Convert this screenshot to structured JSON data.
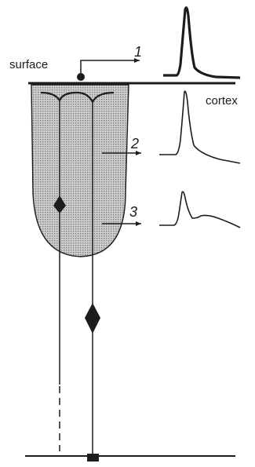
{
  "labels": {
    "surface": "surface",
    "cortex": "cortex",
    "electrode_1": "1",
    "electrode_2": "2",
    "electrode_3": "3"
  },
  "colors": {
    "ink": "#1c1c1c",
    "cortex_fill": "#bdbdbd"
  }
}
